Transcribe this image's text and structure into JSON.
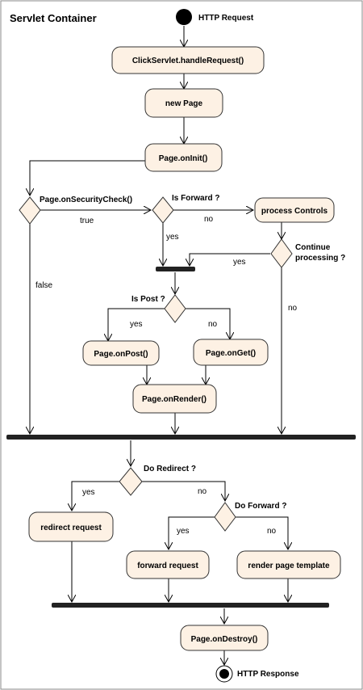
{
  "title": "Servlet Container",
  "start_label": "HTTP Request",
  "end_label": "HTTP Response",
  "nodes": {
    "handle_request": "ClickServlet.handleRequest()",
    "new_page": "new Page",
    "on_init": "Page.onInit()",
    "process_controls": "process Controls",
    "on_post": "Page.onPost()",
    "on_get": "Page.onGet()",
    "on_render": "Page.onRender()",
    "redirect_request": "redirect request",
    "forward_request": "forward request",
    "render_template": "render page template",
    "on_destroy": "Page.onDestroy()"
  },
  "decisions": {
    "security_check": "Page.onSecurityCheck()",
    "is_forward": "Is Forward ?",
    "continue_processing_1": "Continue",
    "continue_processing_2": "processing ?",
    "is_post": "Is Post ?",
    "do_redirect": "Do Redirect ?",
    "do_forward": "Do Forward ?"
  },
  "edge_labels": {
    "true": "true",
    "false": "false",
    "yes": "yes",
    "no": "no"
  }
}
